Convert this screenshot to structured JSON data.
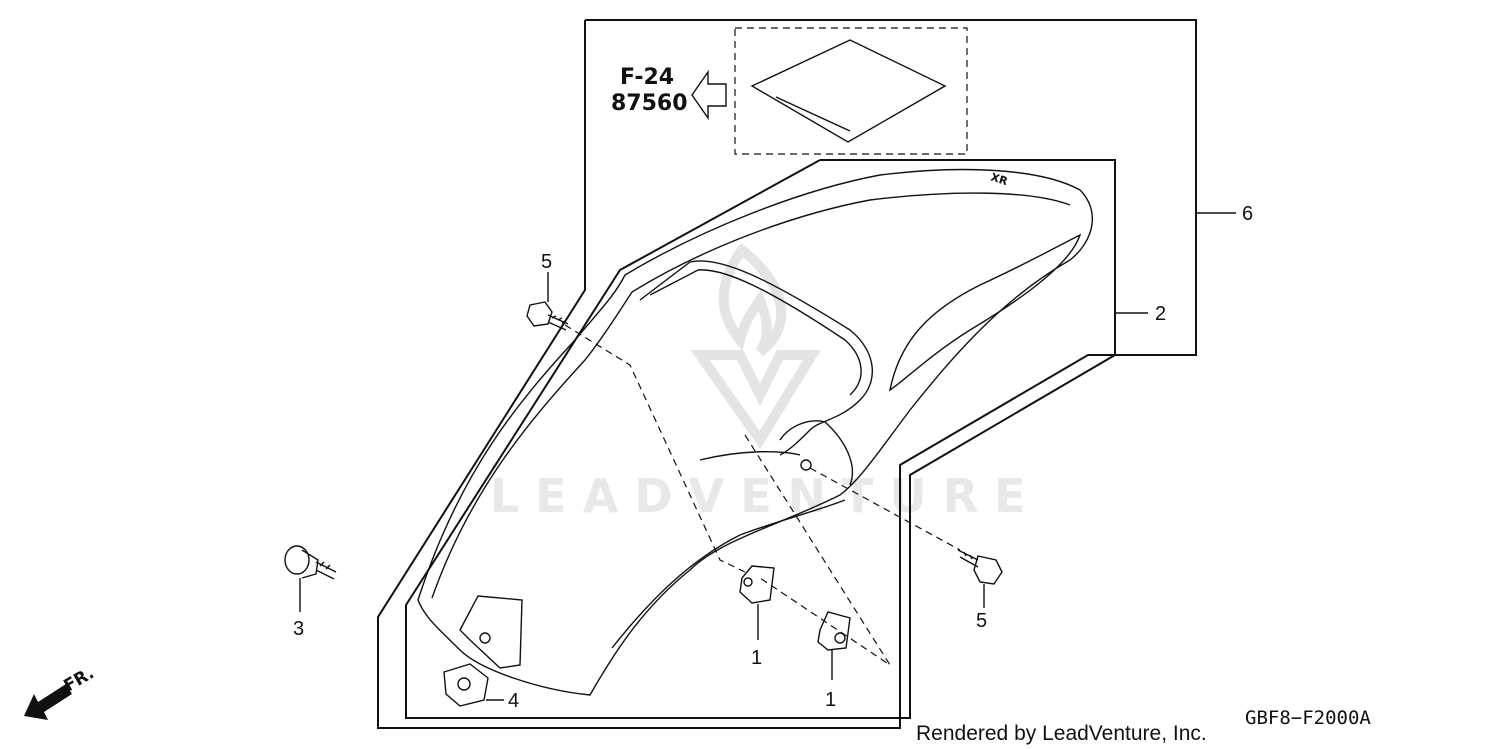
{
  "diagram": {
    "reference": {
      "page": "F-24",
      "part_group": "87560"
    },
    "diagram_code": "GBF8−F2000A",
    "credit": "Rendered by LeadVenture, Inc.",
    "watermark": "LEADVENTURE",
    "direction_label": "FR.",
    "callouts": {
      "nut_center": "1",
      "nut_right": "1",
      "fender": "2",
      "bolt_left": "3",
      "clip": "4",
      "bolt_top": "5",
      "bolt_right": "5",
      "assembly": "6"
    },
    "icons": [
      "arrow-left-outline-icon",
      "front-direction-arrow-icon",
      "flame-logo-icon"
    ]
  }
}
